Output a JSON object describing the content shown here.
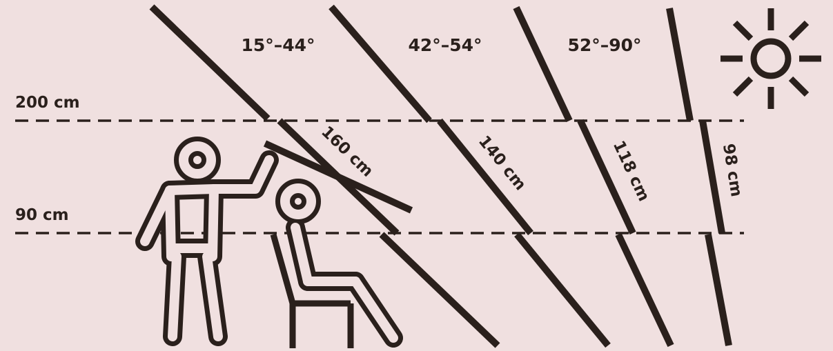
{
  "colors": {
    "background": "#f0e0e0",
    "ink": "#2a201c"
  },
  "icons": {
    "sun": "sun-icon",
    "standing_person": "standing-person-icon",
    "seated_person": "seated-person-icon"
  },
  "heights": [
    {
      "label": "200 cm"
    },
    {
      "label": "90 cm"
    }
  ],
  "zones": [
    {
      "angle_label": "15°–44°",
      "length_label": "160 cm"
    },
    {
      "angle_label": "42°–54°",
      "length_label": "140 cm"
    },
    {
      "angle_label": "52°–90°",
      "length_label": "118 cm"
    },
    {
      "angle_label": "",
      "length_label": "98 cm"
    }
  ]
}
